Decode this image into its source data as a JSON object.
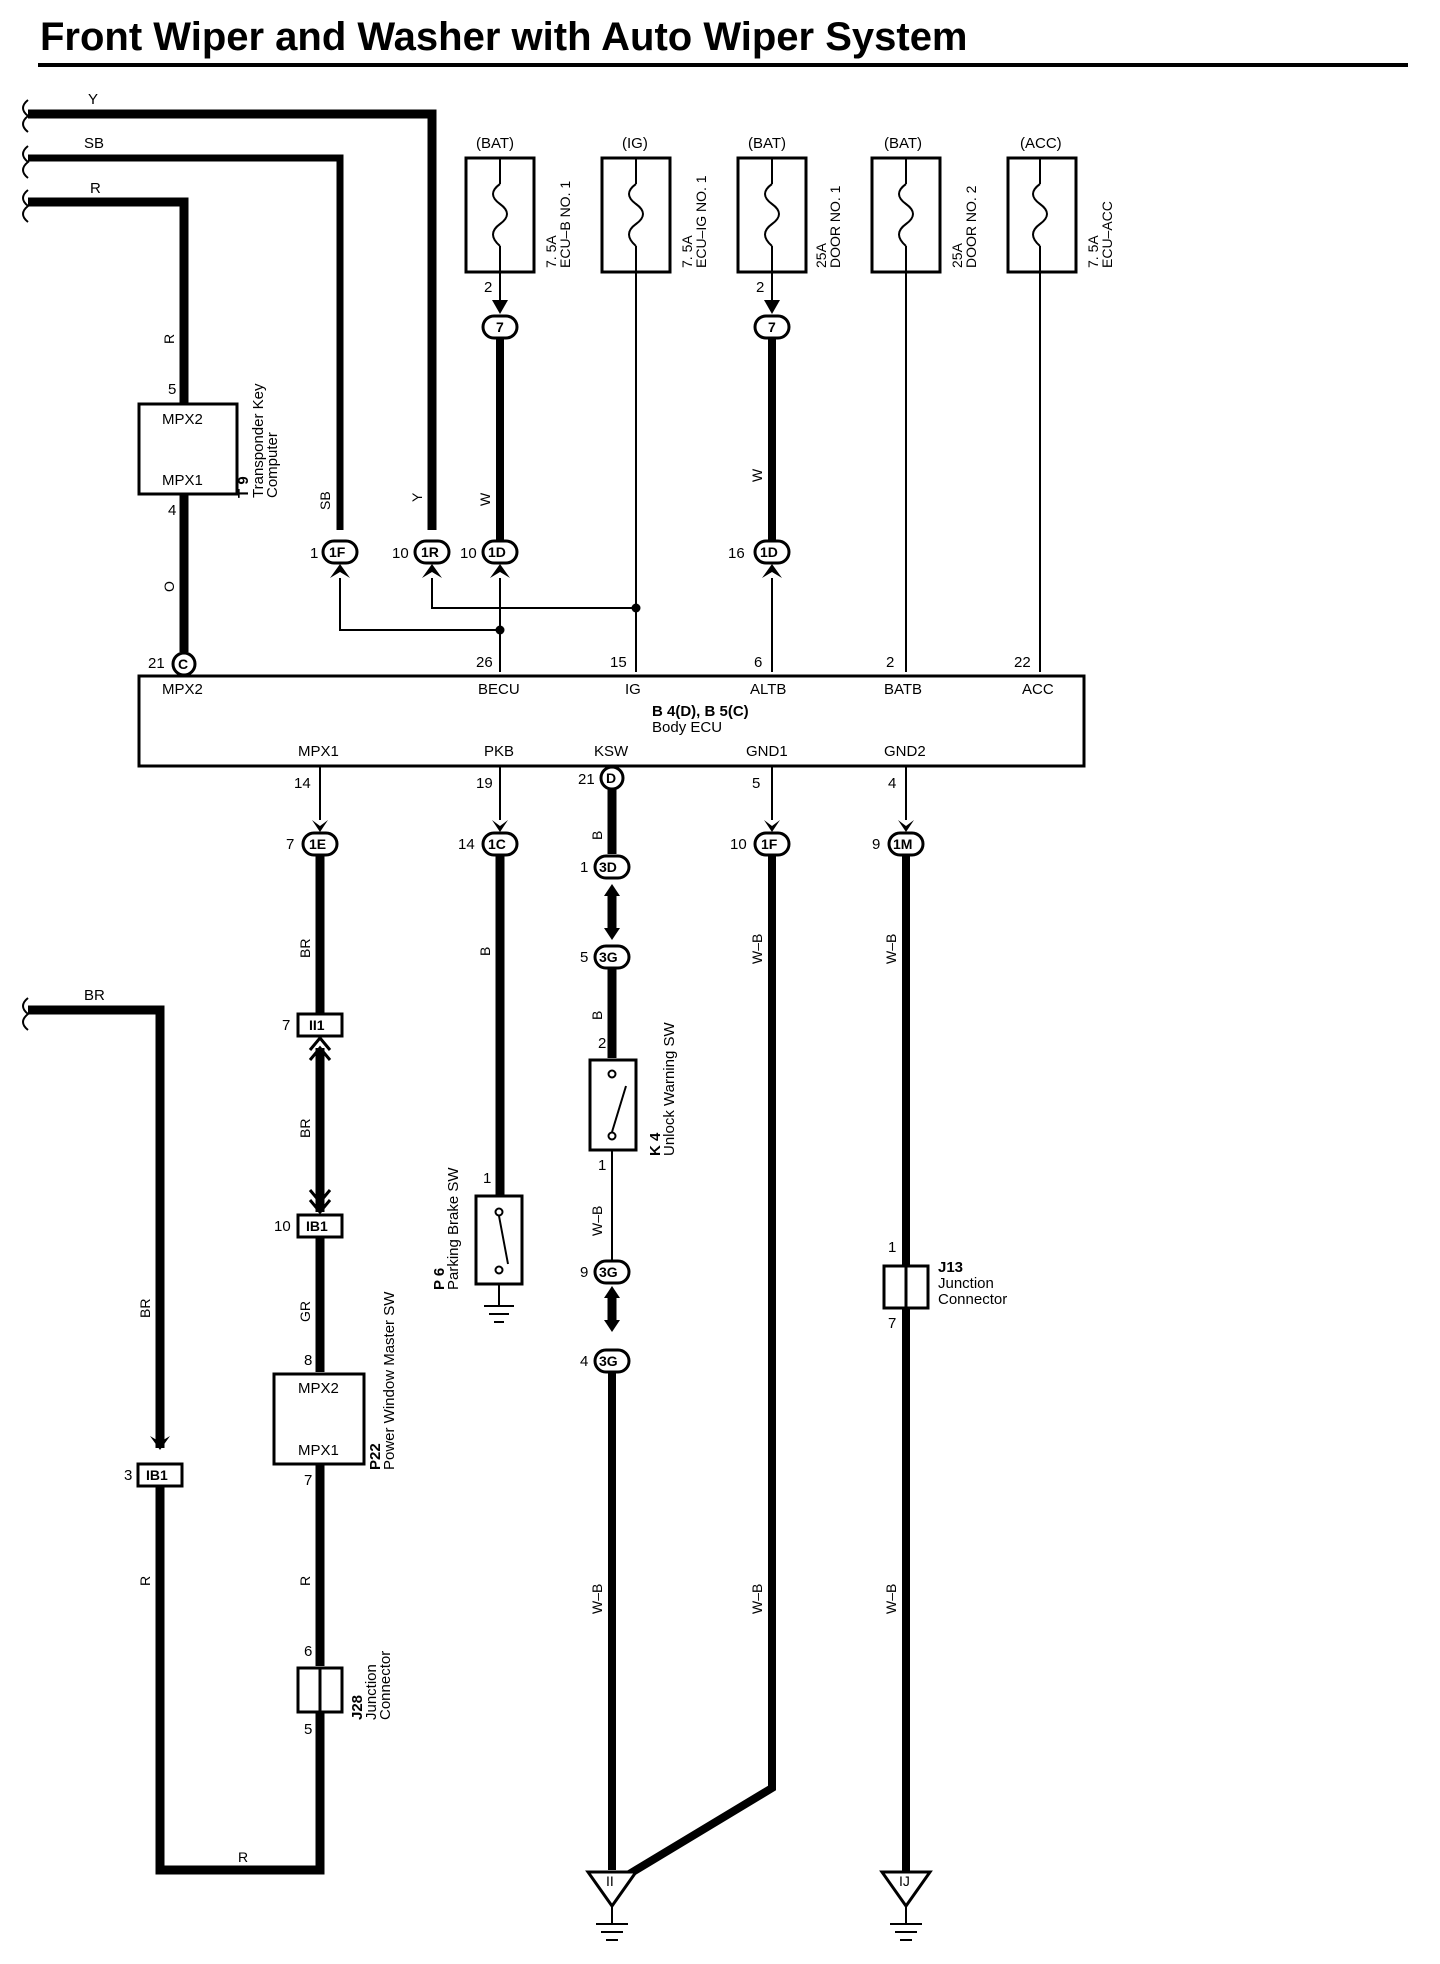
{
  "title": "Front Wiper and Washer with Auto Wiper System",
  "fuses": [
    {
      "source": "(BAT)",
      "rating": "7. 5A",
      "name": "ECU–B NO. 1"
    },
    {
      "source": "(IG)",
      "rating": "7. 5A",
      "name": "ECU–IG NO. 1"
    },
    {
      "source": "(BAT)",
      "rating": "25A",
      "name": "DOOR NO. 1"
    },
    {
      "source": "(BAT)",
      "rating": "25A",
      "name": "DOOR NO. 2"
    },
    {
      "source": "(ACC)",
      "rating": "7. 5A",
      "name": "ECU–ACC"
    }
  ],
  "incoming_wires": {
    "y": "Y",
    "sb": "SB",
    "r": "R",
    "br": "BR"
  },
  "transponder": {
    "code": "T 9",
    "name_1": "Transponder Key",
    "name_2": "Computer",
    "term_top": "MPX2",
    "term_bottom": "MPX1",
    "pin_top": "5",
    "pin_bottom": "4",
    "wire_in": "R",
    "wire_out": "O"
  },
  "body_ecu": {
    "code": "B 4(D), B 5(C)",
    "name": "Body ECU",
    "top_terms": [
      "MPX2",
      "BECU",
      "IG",
      "ALTB",
      "BATB",
      "ACC"
    ],
    "top_pins": [
      "21",
      "26",
      "15",
      "6",
      "2",
      "22"
    ],
    "top_conn": "C",
    "bottom_terms": [
      "MPX1",
      "PKB",
      "KSW",
      "GND1",
      "GND2"
    ],
    "bottom_pins": [
      "14",
      "19",
      "21",
      "5",
      "4"
    ],
    "bottom_conn": "D"
  },
  "fuse_pins": {
    "ecu_b": "2",
    "door1": "2",
    "ecu_b_conn": "7",
    "door1_conn": "7"
  },
  "upper_connectors": [
    {
      "pin": "1",
      "id": "1F",
      "wire": "SB"
    },
    {
      "pin": "10",
      "id": "1R",
      "wire": "Y"
    },
    {
      "pin": "10",
      "id": "1D",
      "wire": "W"
    },
    {
      "pin": "16",
      "id": "1D",
      "wire": "W"
    }
  ],
  "lower_connectors": [
    {
      "pin": "7",
      "id": "1E"
    },
    {
      "pin": "14",
      "id": "1C"
    },
    {
      "pin": "1",
      "id": "3D"
    },
    {
      "pin": "10",
      "id": "1F"
    },
    {
      "pin": "9",
      "id": "1M"
    },
    {
      "pin": "5",
      "id": "3G"
    },
    {
      "pin": "9",
      "id": "3G"
    },
    {
      "pin": "4",
      "id": "3G"
    }
  ],
  "inline_connectors": [
    {
      "pin": "7",
      "id": "II1"
    },
    {
      "pin": "10",
      "id": "IB1"
    },
    {
      "pin": "3",
      "id": "IB1"
    }
  ],
  "wire_colors": {
    "mpx1_a": "BR",
    "mpx1_b": "BR",
    "mpx1_c": "GR",
    "mpx1_d": "R",
    "pkb": "B",
    "ksw_a": "B",
    "ksw_b": "B",
    "ksw_c": "W–B",
    "ksw_d": "W–B",
    "gnd1_a": "W–B",
    "gnd1_b": "W–B",
    "gnd2_a": "W–B",
    "gnd2_b": "W–B",
    "br_left": "BR",
    "r_left": "R",
    "r_bottom": "R"
  },
  "power_window": {
    "code": "P22",
    "name": "Power Window Master SW",
    "term_top": "MPX2",
    "term_bottom": "MPX1",
    "pin_top": "8",
    "pin_bottom": "7"
  },
  "junction_j28": {
    "code": "J28",
    "name_1": "Junction",
    "name_2": "Connector",
    "pin_top": "6",
    "pin_bottom": "5"
  },
  "parking_brake": {
    "code": "P 6",
    "name": "Parking Brake SW",
    "pin": "1"
  },
  "unlock_warning": {
    "code": "K 4",
    "name": "Unlock Warning SW",
    "pin_top": "2",
    "pin_bottom": "1"
  },
  "junction_j13": {
    "code": "J13",
    "name_1": "Junction",
    "name_2": "Connector",
    "pin_top": "1",
    "pin_bottom": "7"
  },
  "grounds": [
    "II",
    "IJ"
  ]
}
